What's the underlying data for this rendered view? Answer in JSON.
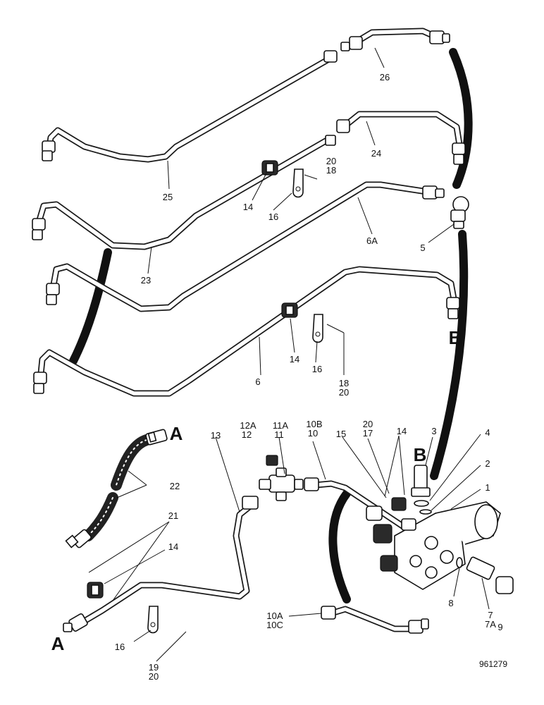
{
  "labels": {
    "l25": "25",
    "l26": "26",
    "l24": "24",
    "l23": "23",
    "l20a": "20",
    "l18a": "18",
    "l14a": "14",
    "l16a": "16",
    "l6A": "6A",
    "l5": "5",
    "lB1": "B",
    "l6": "6",
    "l14b": "14",
    "l16b": "16",
    "l18b": "18",
    "l20b": "20",
    "lA1": "A",
    "l22": "22",
    "l13": "13",
    "l12A": "12A",
    "l12": "12",
    "l11A": "11A",
    "l11": "11",
    "l10B": "10B",
    "l10": "10",
    "l15": "15",
    "l20c": "20",
    "l17": "17",
    "l14c": "14",
    "lB2": "B",
    "l3": "3",
    "l4": "4",
    "l2": "2",
    "l1": "1",
    "l21": "21",
    "l14d": "14",
    "l8": "8",
    "l7": "7",
    "l7A": "7A",
    "l9": "9",
    "l10A": "10A",
    "l10C": "10C",
    "lA2": "A",
    "l16c": "16",
    "l19": "19",
    "l20d": "20",
    "ref": "961279"
  }
}
